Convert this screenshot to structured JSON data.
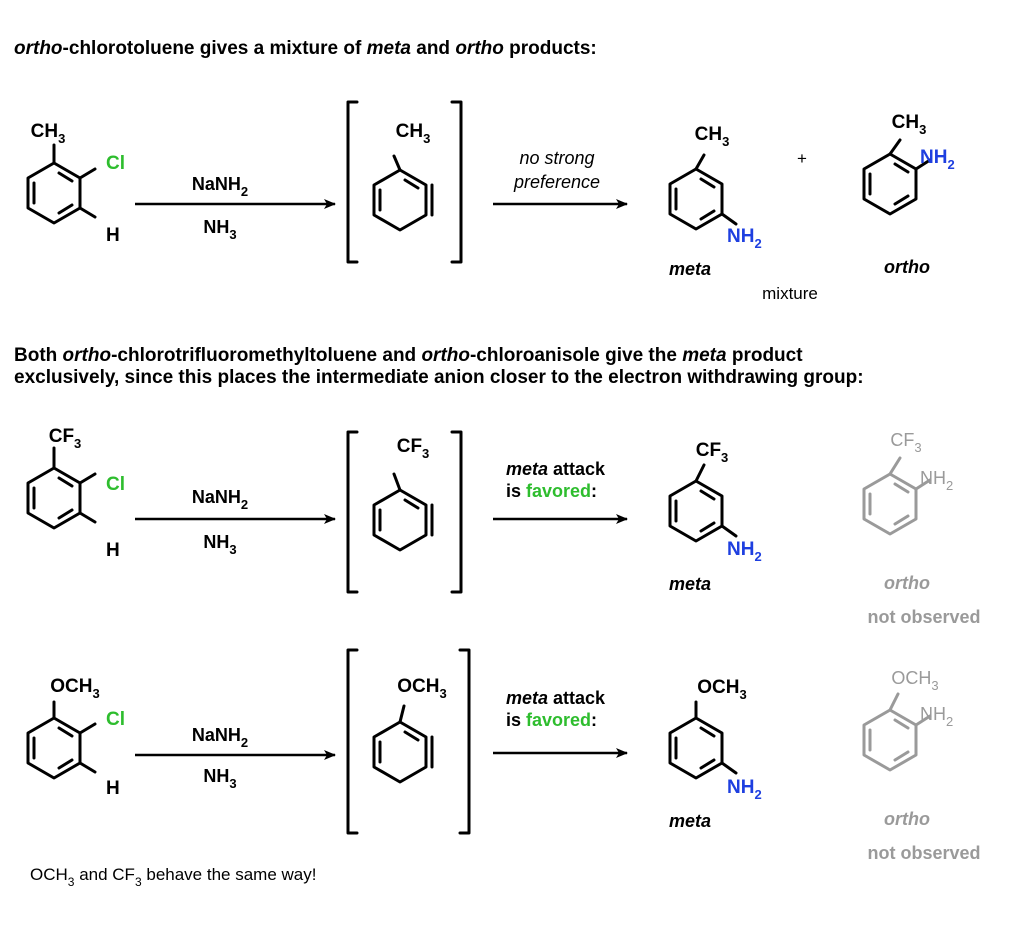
{
  "section1": {
    "heading": {
      "t1": "ortho",
      "t2": "-chlorotoluene gives a mixture of ",
      "t3": "meta",
      "t4": " and ",
      "t5": "ortho",
      "t6": " products:"
    },
    "start": {
      "group": "CH",
      "group_sub": "3",
      "cl": "Cl",
      "h": "H"
    },
    "reagent": {
      "top": "NaNH",
      "top_sub": "2",
      "bottom": "NH",
      "bottom_sub": "3"
    },
    "intermediate": {
      "group": "CH",
      "group_sub": "3"
    },
    "note": {
      "line1": "no strong",
      "line2": "preference"
    },
    "meta_product": {
      "group": "CH",
      "group_sub": "3",
      "nh": "NH",
      "nh_sub": "2",
      "label": "meta"
    },
    "plus": "+",
    "ortho_product": {
      "group": "CH",
      "group_sub": "3",
      "nh": "NH",
      "nh_sub": "2",
      "label": "ortho"
    },
    "mixture": "mixture"
  },
  "section2": {
    "heading": {
      "l1a": "Both ",
      "l1b": "ortho",
      "l1c": "-chlorotrifluoromethyltoluene and ",
      "l1d": "ortho",
      "l1e": "-chloroanisole give the ",
      "l1f": "meta",
      "l1g": " product",
      "l2": "exclusively, since this places the intermediate anion closer to the electron withdrawing group:"
    }
  },
  "rxn_cf3": {
    "start": {
      "group": "CF",
      "group_sub": "3",
      "cl": "Cl",
      "h": "H"
    },
    "reagent": {
      "top": "NaNH",
      "top_sub": "2",
      "bottom": "NH",
      "bottom_sub": "3"
    },
    "intermediate": {
      "group": "CF",
      "group_sub": "3"
    },
    "note": {
      "meta": "meta",
      "attack": " attack",
      "is": "is ",
      "favored": "favored",
      "colon": ":"
    },
    "meta_product": {
      "group": "CF",
      "group_sub": "3",
      "nh": "NH",
      "nh_sub": "2",
      "label": "meta"
    },
    "ortho_product": {
      "group": "CF",
      "group_sub": "3",
      "nh": "NH",
      "nh_sub": "2",
      "label": "ortho",
      "status": "not observed"
    }
  },
  "rxn_och3": {
    "start": {
      "group": "OCH",
      "group_sub": "3",
      "cl": "Cl",
      "h": "H"
    },
    "reagent": {
      "top": "NaNH",
      "top_sub": "2",
      "bottom": "NH",
      "bottom_sub": "3"
    },
    "intermediate": {
      "group": "OCH",
      "group_sub": "3"
    },
    "note": {
      "meta": "meta",
      "attack": " attack",
      "is": "is ",
      "favored": "favored",
      "colon": ":"
    },
    "meta_product": {
      "group": "OCH",
      "group_sub": "3",
      "nh": "NH",
      "nh_sub": "2",
      "label": "meta"
    },
    "ortho_product": {
      "group": "OCH",
      "group_sub": "3",
      "nh": "NH",
      "nh_sub": "2",
      "label": "ortho",
      "status": "not observed"
    }
  },
  "footer": {
    "a": "OCH",
    "a_sub": "3",
    "b": " and CF",
    "b_sub": "3",
    "c": " behave the same way!"
  },
  "colors": {
    "chlorine": "#2ebd2e",
    "amine": "#1e3fe0",
    "favored": "#2ebd2e",
    "faded": "#9a9a9a",
    "text": "#000000"
  }
}
